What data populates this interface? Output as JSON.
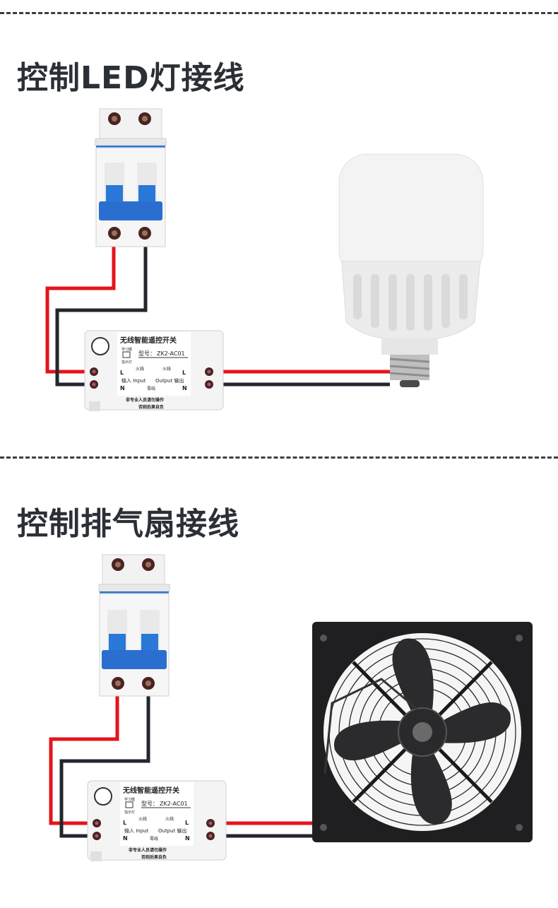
{
  "sections": [
    {
      "title": "控制LED灯接线",
      "module": {
        "name": "无线智能遥控开关",
        "model_label": "型号：",
        "model": "ZK2-AC01",
        "learn_key": "学习键",
        "indicator": "指示灯",
        "live_in": "火线",
        "live_out": "火线",
        "input": "输入 Input",
        "output": "Output 输出",
        "neutral": "零线",
        "L": "L",
        "N": "N",
        "warning1": "非专业人员请勿操作",
        "warning2": "否则后果自负"
      }
    },
    {
      "title": "控制排气扇接线",
      "module": {
        "name": "无线智能遥控开关",
        "model_label": "型号：",
        "model": "ZK2-AC01",
        "learn_key": "学习键",
        "indicator": "指示灯",
        "live_in": "火线",
        "live_out": "火线",
        "input": "输入 Input",
        "output": "Output 输出",
        "neutral": "零线",
        "L": "L",
        "N": "N",
        "warning1": "非专业人员请勿操作",
        "warning2": "否则后果自负"
      }
    }
  ],
  "colors": {
    "live_wire": "#e4141b",
    "neutral_wire": "#23262d",
    "breaker_handle": "#2a78d8"
  },
  "icons": [
    "circuit-breaker-icon",
    "led-bulb-icon",
    "exhaust-fan-icon",
    "switch-module-icon"
  ]
}
